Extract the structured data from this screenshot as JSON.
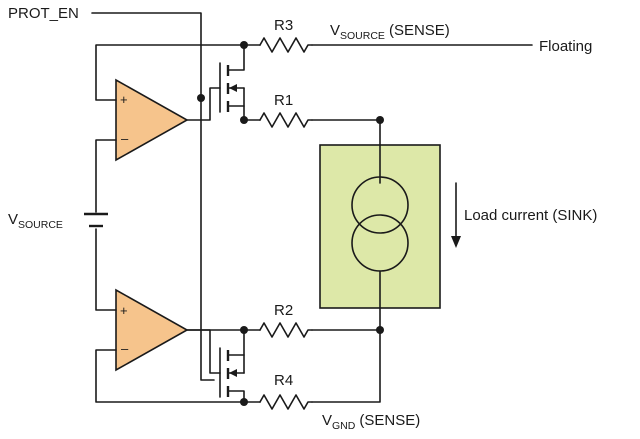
{
  "labels": {
    "prot_en": "PROT_EN",
    "r1": "R1",
    "r2": "R2",
    "r3": "R3",
    "r4": "R4",
    "floating": "Floating",
    "vsource_main": "V",
    "vsource_sub": "SOURCE",
    "vsource_sense_main": "V",
    "vsource_sense_sub": "SOURCE",
    "vsource_sense_suffix": "(SENSE)",
    "vgnd_main": "V",
    "vgnd_sub": "GND",
    "vgnd_suffix": "(SENSE)",
    "load_current": "Load current (SINK)",
    "plus": "+",
    "minus": "–"
  },
  "colors": {
    "opamp_fill": "#f6c48c",
    "load_fill": "#dde8a8",
    "stroke": "#1a1a1a"
  }
}
